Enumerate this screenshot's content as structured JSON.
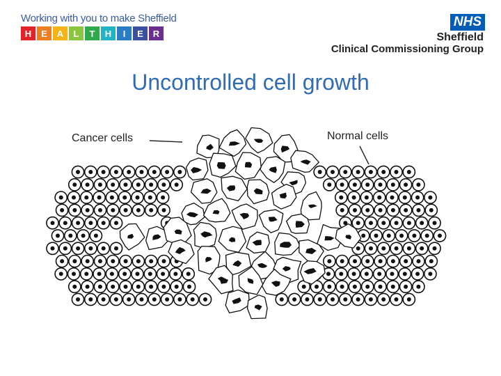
{
  "header": {
    "tagline": "Working with you to make Sheffield",
    "healthier_letters": [
      {
        "letter": "H",
        "color": "#e2232a"
      },
      {
        "letter": "E",
        "color": "#f07d1e"
      },
      {
        "letter": "A",
        "color": "#f7b21a"
      },
      {
        "letter": "L",
        "color": "#8cc63f"
      },
      {
        "letter": "T",
        "color": "#2eaa4a"
      },
      {
        "letter": "H",
        "color": "#1fb5c6"
      },
      {
        "letter": "I",
        "color": "#2b7cc4"
      },
      {
        "letter": "E",
        "color": "#3a4ea2"
      },
      {
        "letter": "R",
        "color": "#6a2f8f"
      }
    ],
    "nhs_logo": "NHS",
    "org_city": "Sheffield",
    "org_name": "Clinical Commissioning Group"
  },
  "slide": {
    "title": "Uncontrolled cell growth"
  },
  "diagram": {
    "label_cancer": "Cancer cells",
    "label_normal": "Normal cells"
  },
  "colors": {
    "title": "#2f6cb5",
    "nhs_blue": "#005eb8",
    "cell_outline": "#111111"
  }
}
